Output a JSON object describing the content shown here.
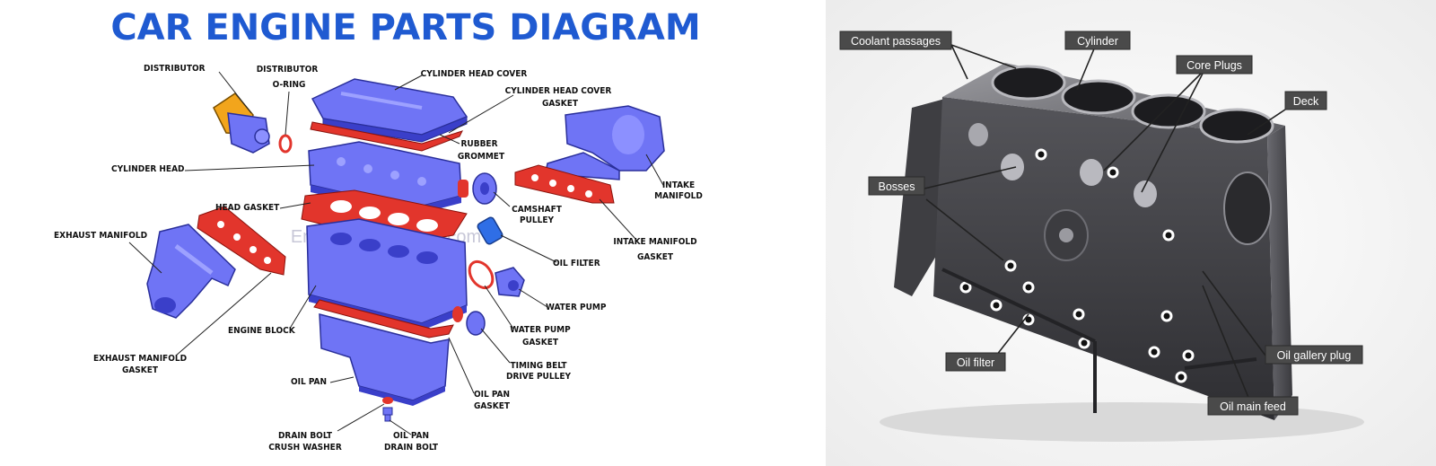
{
  "left_panel": {
    "title": "CAR ENGINE PARTS DIAGRAM",
    "watermark": "EngineeringChoice.com",
    "colors": {
      "title": "#1f5ad1",
      "part_blue": "#6f74f5",
      "part_dark": "#3a3fc9",
      "gasket_red": "#e2352c",
      "distributor_orange": "#f2a51c"
    },
    "labels": {
      "distributor": "DISTRIBUTOR",
      "distributor_oring_1": "DISTRIBUTOR",
      "distributor_oring_2": "O-RING",
      "cylinder_head_cover": "CYLINDER HEAD COVER",
      "cylinder_head_cover_gasket_1": "CYLINDER HEAD COVER",
      "cylinder_head_cover_gasket_2": "GASKET",
      "rubber_grommet_1": "RUBBER",
      "rubber_grommet_2": "GROMMET",
      "cylinder_head": "CYLINDER HEAD",
      "intake_manifold_1": "INTAKE",
      "intake_manifold_2": "MANIFOLD",
      "head_gasket": "HEAD GASKET",
      "camshaft_pulley_1": "CAMSHAFT",
      "camshaft_pulley_2": "PULLEY",
      "exhaust_manifold": "EXHAUST MANIFOLD",
      "intake_manifold_gasket_1": "INTAKE MANIFOLD",
      "intake_manifold_gasket_2": "GASKET",
      "oil_filter": "OIL FILTER",
      "water_pump": "WATER PUMP",
      "engine_block": "ENGINE BLOCK",
      "water_pump_gasket_1": "WATER PUMP",
      "water_pump_gasket_2": "GASKET",
      "exhaust_manifold_gasket_1": "EXHAUST MANIFOLD",
      "exhaust_manifold_gasket_2": "GASKET",
      "timing_belt_drive_pulley_1": "TIMING BELT",
      "timing_belt_drive_pulley_2": "DRIVE PULLEY",
      "oil_pan": "OIL PAN",
      "oil_pan_gasket_1": "OIL PAN",
      "oil_pan_gasket_2": "GASKET",
      "drain_bolt_crush_washer_1": "DRAIN BOLT",
      "drain_bolt_crush_washer_2": "CRUSH WASHER",
      "oil_pan_drain_bolt_1": "OIL PAN",
      "oil_pan_drain_bolt_2": "DRAIN BOLT"
    }
  },
  "right_panel": {
    "colors": {
      "block": "#4b4b4e",
      "block_light": "#8a8a90",
      "label_bg": "#4a4a4a",
      "label_text": "#ffffff"
    },
    "labels": {
      "coolant_passages": "Coolant passages",
      "cylinder": "Cylinder",
      "core_plugs": "Core Plugs",
      "deck": "Deck",
      "bosses": "Bosses",
      "oil_filter": "Oil filter",
      "oil_gallery_plug": "Oil gallery plug",
      "oil_main_feed": "Oil main feed"
    }
  }
}
